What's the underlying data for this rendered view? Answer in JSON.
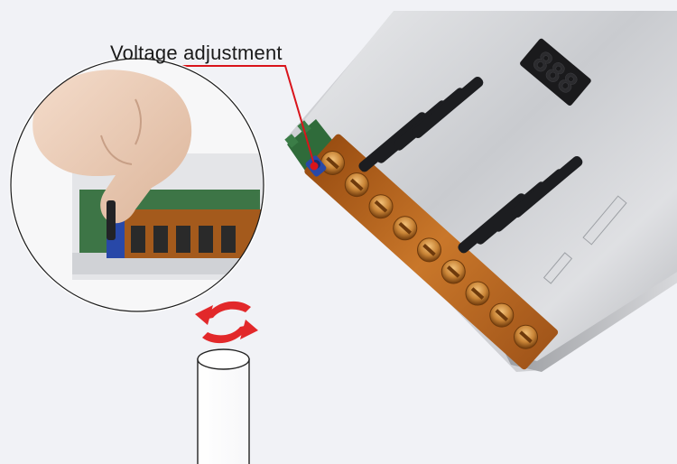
{
  "callout": {
    "label": "Voltage adjustment",
    "line_color": "#d9141b"
  },
  "product": {
    "display_digits": "888",
    "terminal_count": 9
  },
  "colors": {
    "background": "#f1f2f6",
    "terminal_strip": "#b8651c",
    "pcb_green": "#2f6b3a",
    "arrow_red": "#e2282a"
  }
}
